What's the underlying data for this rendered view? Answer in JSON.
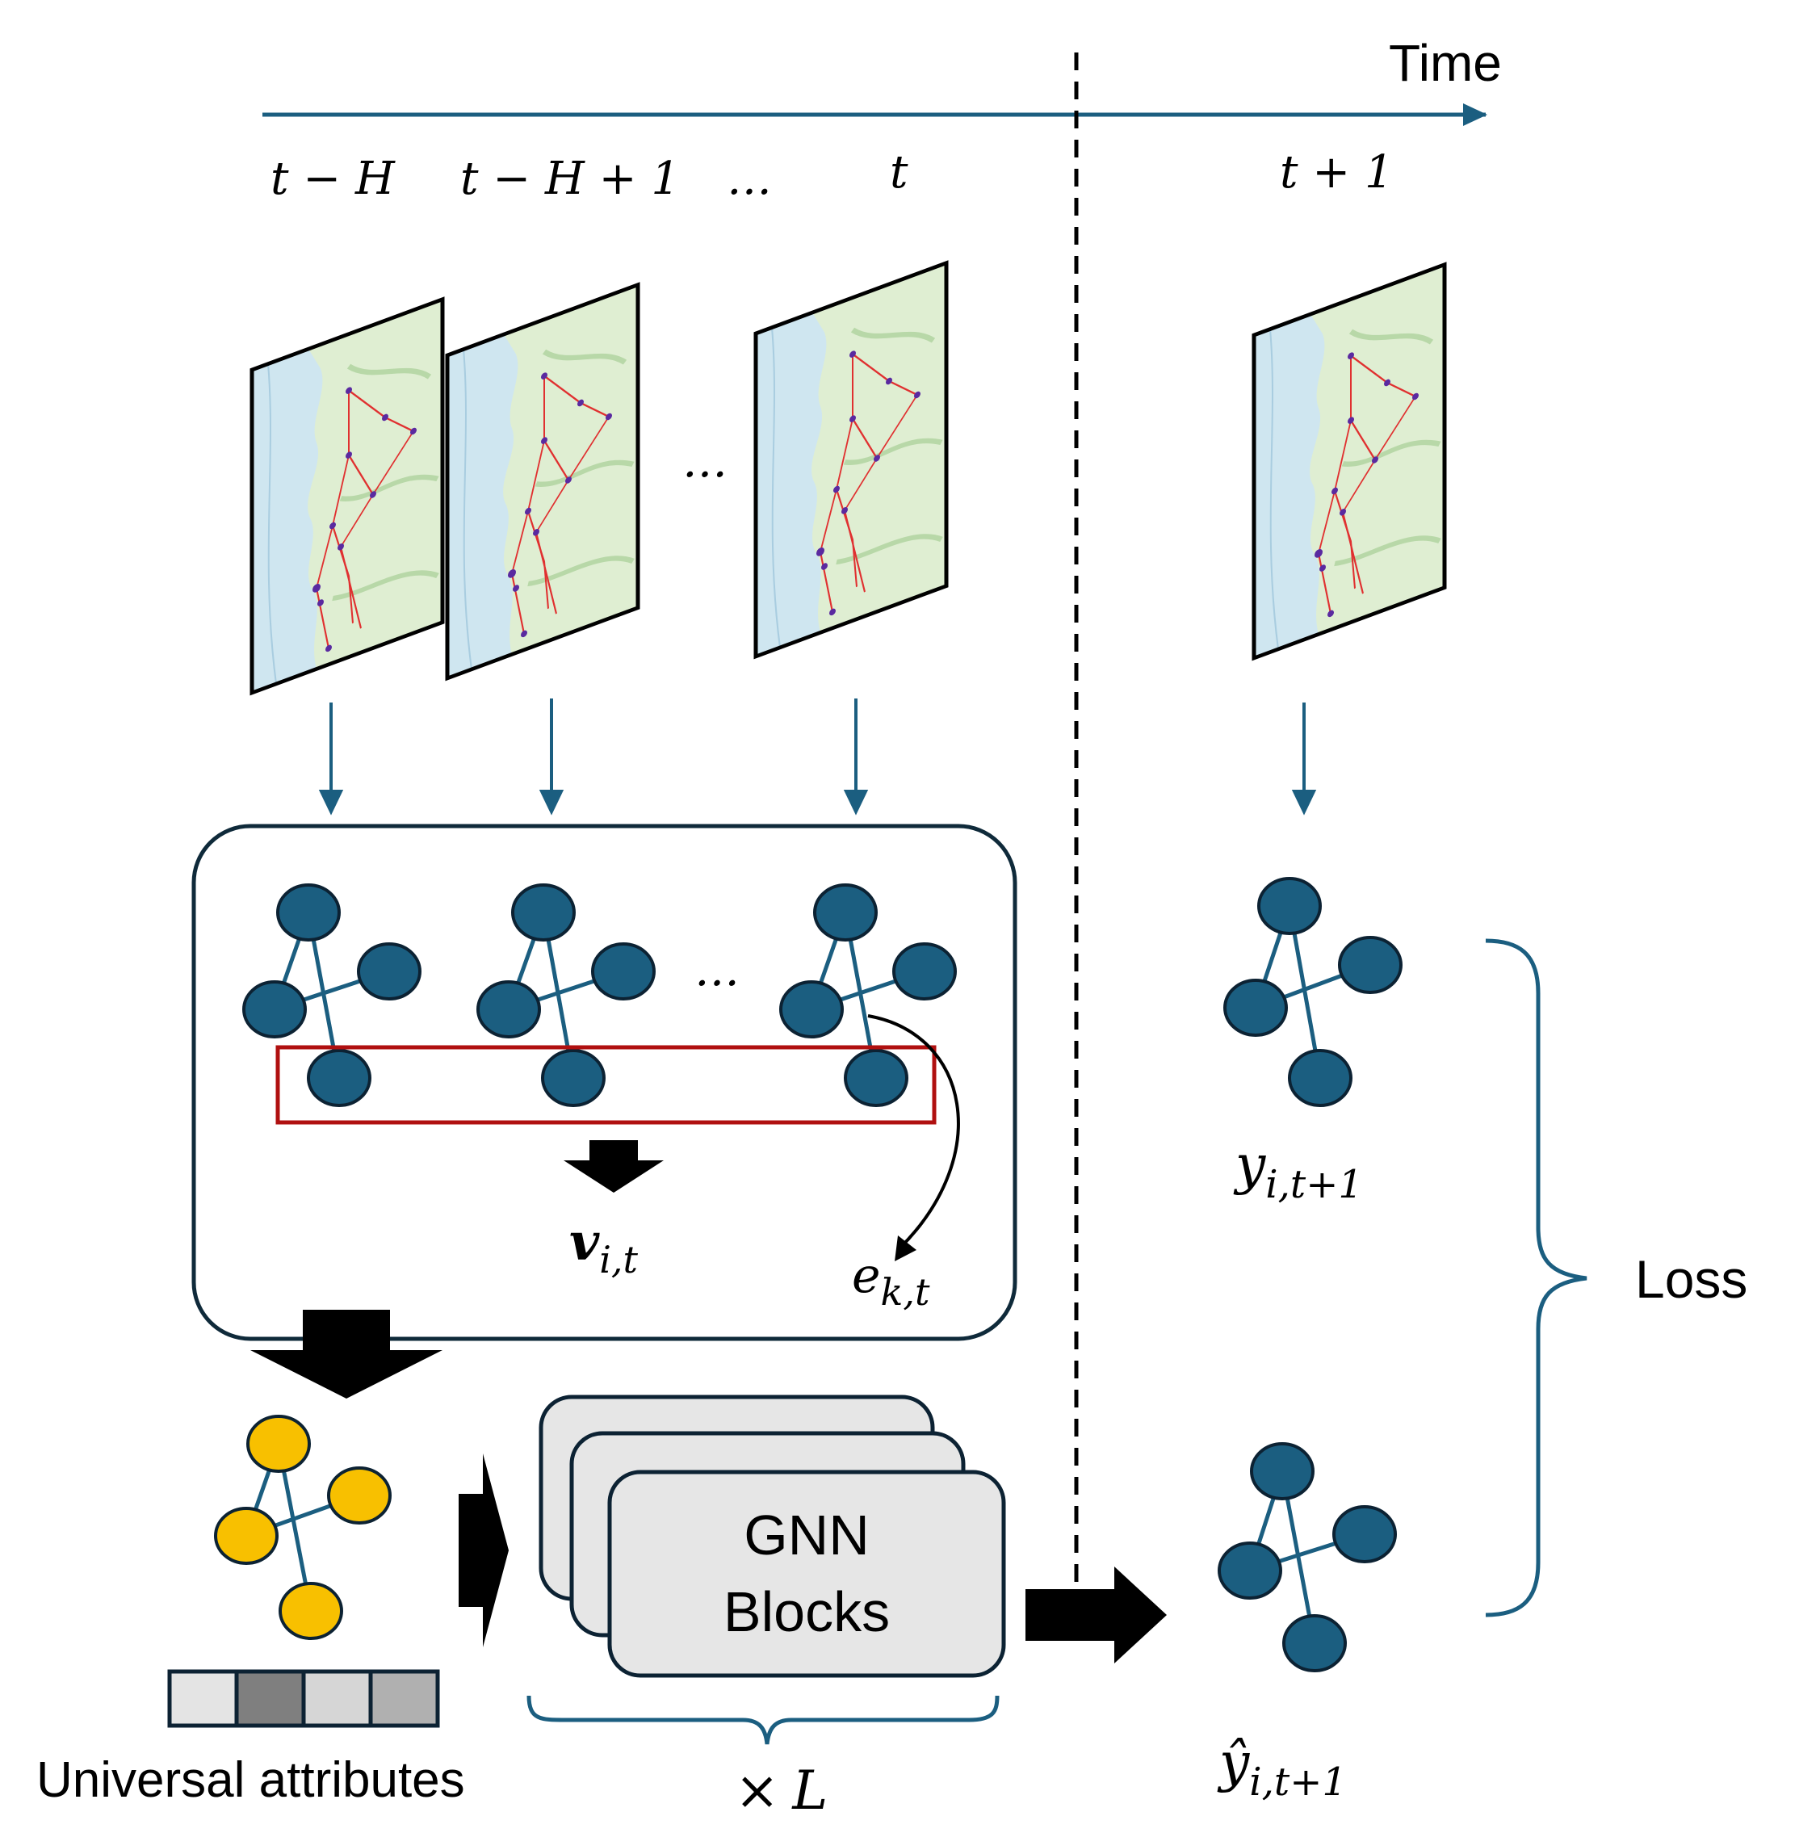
{
  "axis": {
    "label": "Time"
  },
  "time_labels": {
    "t_minus_h": "t − H",
    "t_minus_h_plus_1": "t − H + 1",
    "ellipsis": "…",
    "t": "t",
    "t_plus_1": "t + 1"
  },
  "maps": {
    "between_ellipsis": "…"
  },
  "inner_box": {
    "ellipsis": "…",
    "v_base": "v",
    "v_sub": "i,t",
    "e_base": "e",
    "e_sub": "k,t"
  },
  "targets": {
    "y_base": "y",
    "y_sub": "i,t+1",
    "yhat_base": "ŷ",
    "yhat_sub": "i,t+1"
  },
  "loss_label": "Loss",
  "gnn": {
    "line1": "GNN",
    "line2": "Blocks"
  },
  "repeat": {
    "times": "×",
    "L": "L"
  },
  "universal_attributes": {
    "label": "Universal attributes",
    "cell_colors": [
      "#e4e4e4",
      "#7f7f7f",
      "#d6d6d6",
      "#b0b0b0"
    ]
  },
  "colors": {
    "node": "#1b5e80",
    "node_yellow": "#f8c000",
    "edge": "#1b5e80",
    "arrow_blue": "#1b5e80",
    "highlight_red": "#b01010"
  }
}
